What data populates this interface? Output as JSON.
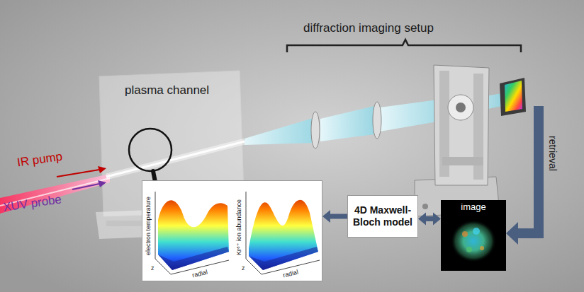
{
  "diagram": {
    "nodes": [
      {
        "text": [
          "4D Maxwell-Bloch model"
        ]
      },
      {
        "text": [
          "image"
        ]
      },
      {
        "text": [
          "electron temperature",
          "z",
          "radial",
          "Kr⁸⁺ ion abundance",
          "z",
          "radial"
        ]
      }
    ],
    "edges": [
      {
        "from": 0,
        "to": 1,
        "arrow": "both"
      },
      {
        "from": 0,
        "to": 2,
        "arrow": "to"
      }
    ],
    "labels": [
      "diffraction imaging setup",
      "IR pump",
      "XUV probe",
      "plasma channel",
      "retrieval"
    ]
  }
}
